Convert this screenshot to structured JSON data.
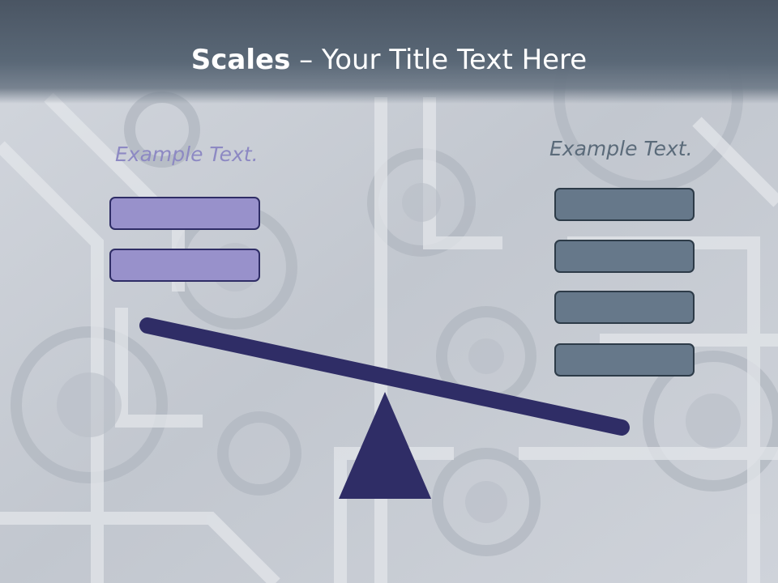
{
  "slide": {
    "title_bold": "Scales",
    "title_rest": " – Your Title Text Here"
  },
  "left_pan": {
    "label": "Example Text.",
    "boxes": 2,
    "fill_color": "#9891cb",
    "border_color": "#2f2d66"
  },
  "right_pan": {
    "label": "Example Text.",
    "boxes": 4,
    "fill_color": "#66788a",
    "border_color": "#2d3b48"
  },
  "scale": {
    "color": "#2f2d66"
  },
  "background": {
    "theme": "metal gears",
    "header_color": "#4a5563"
  }
}
